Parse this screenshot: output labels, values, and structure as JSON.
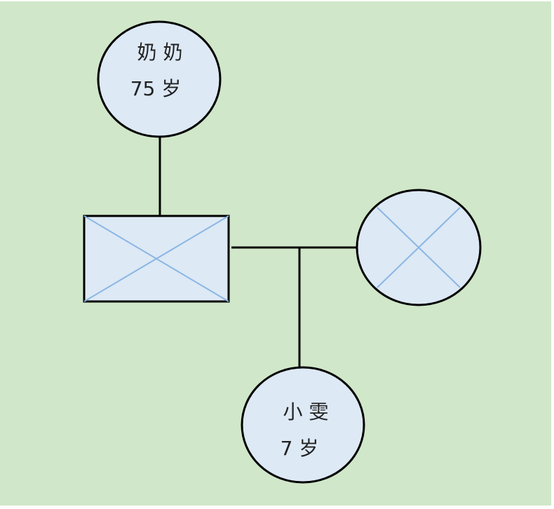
{
  "diagram": {
    "background_color": "#d0e7c9",
    "node_fill": "#dde9f5",
    "stroke_color": "#000000",
    "cross_color": "#8ab6e4",
    "grandmother": {
      "name": "奶 奶",
      "age": "75 岁"
    },
    "grandchild": {
      "name": "小 雯",
      "age": "7 岁"
    },
    "father": {
      "status": "deceased"
    },
    "mother": {
      "status": "deceased"
    }
  }
}
